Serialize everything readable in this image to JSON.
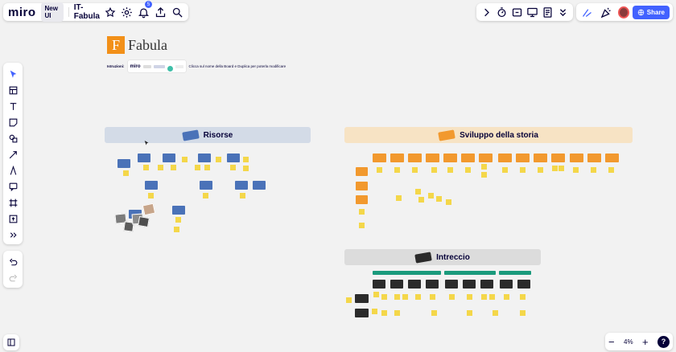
{
  "app": {
    "logo": "miro",
    "new_ui_label": "New UI",
    "board_title": "IT-Fabula",
    "notification_count": "5"
  },
  "toolbar_right": {
    "share_label": "Share"
  },
  "zoom": {
    "value": "4%",
    "minus": "−",
    "plus": "+",
    "help": "?"
  },
  "canvas": {
    "fabula_title": "Fabula",
    "fabula_letter": "F",
    "instructions_label": "Istruzioni:",
    "instructions_logo": "miro",
    "instructions_text": "Clicca sul nome della Board e Duplica per poterla modificare",
    "frames": {
      "risorse": "Risorse",
      "sviluppo": "Sviluppo della storia",
      "intreccio": "Intreccio"
    }
  },
  "colors": {
    "accent": "#4262ff",
    "risorse_header": "#d3dbe7",
    "sviluppo_header": "#f7e3c4",
    "intreccio_header": "#dcdcdc",
    "sticky": "#f4d74a"
  },
  "icons": {
    "left_toolbar": [
      "cursor-icon",
      "template-icon",
      "text-icon",
      "sticky-note-icon",
      "shapes-icon",
      "connector-icon",
      "pen-icon",
      "comment-icon",
      "frame-icon",
      "upload-icon",
      "more-tools-icon"
    ]
  }
}
